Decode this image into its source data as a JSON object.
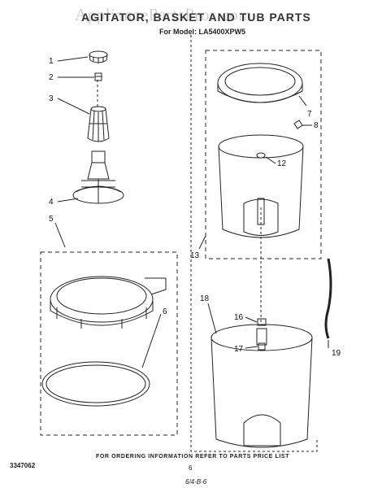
{
  "header": {
    "watermark": "AppliancePartsPros.com",
    "title": "AGITATOR, BASKET AND TUB PARTS",
    "model": "For Model: LA5400XPW5"
  },
  "callouts": [
    "1",
    "2",
    "3",
    "4",
    "5",
    "6",
    "7",
    "8",
    "12",
    "13",
    "16",
    "17",
    "18",
    "19"
  ],
  "footer": {
    "ordering_note": "FOR ORDERING INFORMATION REFER TO PARTS PRICE LIST",
    "doc_number": "3347062",
    "page_number": "6",
    "date": "6/4-B-6"
  }
}
